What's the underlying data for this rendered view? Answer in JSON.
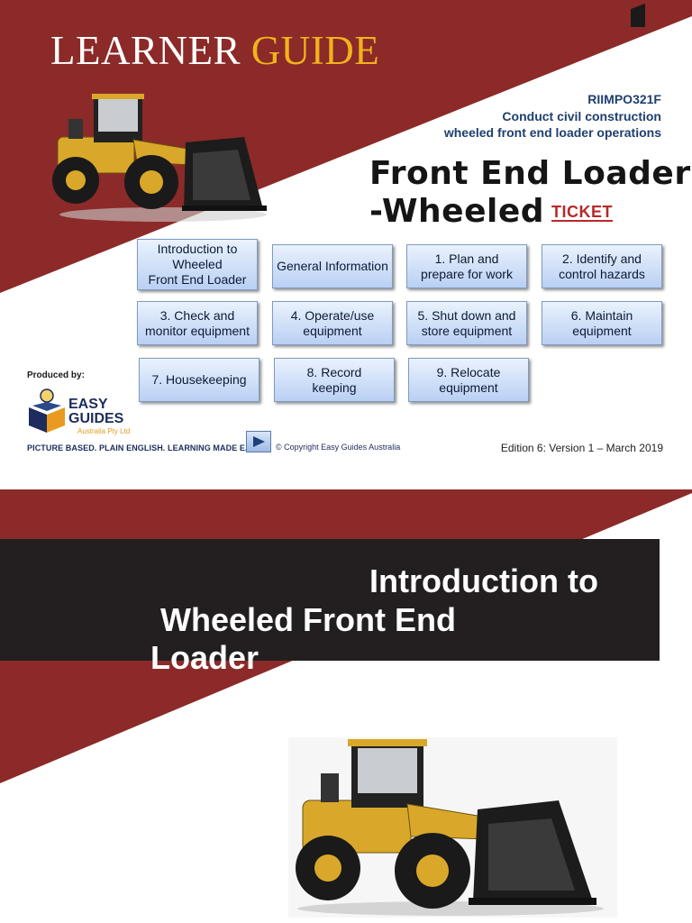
{
  "colors": {
    "maroon": "#8b2a28",
    "gold": "#f2b21c",
    "navy": "#1f3f6e",
    "button_top": "#eaf2fd",
    "button_bottom": "#b9d0f3",
    "dark_box": "#231f20"
  },
  "slide1": {
    "title_part1": "LEARNER ",
    "title_part2": "GUIDE",
    "course_code": "RIIMPO321F",
    "course_line1": "Conduct civil construction",
    "course_line2": "wheeled front end loader operations",
    "big_title_line1": "Front End Loader",
    "big_title_line2": "-Wheeled",
    "ticket_label": "TICKET",
    "menu": [
      {
        "line1": "Introduction to",
        "line2": "Wheeled",
        "line3": "Front End Loader"
      },
      {
        "line1": "General Information"
      },
      {
        "line1": "1. Plan and",
        "line2": "prepare for work"
      },
      {
        "line1": "2. Identify and",
        "line2": "control hazards"
      },
      {
        "line1": "3. Check and",
        "line2": "monitor equipment"
      },
      {
        "line1": "4. Operate/use",
        "line2": "equipment"
      },
      {
        "line1": "5. Shut down and",
        "line2": "store equipment"
      },
      {
        "line1": "6. Maintain",
        "line2": "equipment"
      },
      {
        "line1": "7. Housekeeping"
      },
      {
        "line1": "8. Record",
        "line2": "keeping"
      },
      {
        "line1": "9. Relocate equipment"
      }
    ],
    "produced_by": "Produced by:",
    "logo_line1": "EASY",
    "logo_line2": "GUIDES",
    "logo_sub": "Australia Pty Ltd",
    "tagline": "PICTURE BASED. PLAIN ENGLISH. LEARNING MADE EASY.",
    "copyright": "© Copyright Easy Guides Australia",
    "edition": "Edition 6: Version 1 – March 2019",
    "icons": [
      "loader-image",
      "play-icon",
      "easy-guides-logo-icon"
    ]
  },
  "slide2": {
    "heading_line1": "Introduction to",
    "heading_line2": "Wheeled Front End",
    "heading_line3": "Loader"
  }
}
